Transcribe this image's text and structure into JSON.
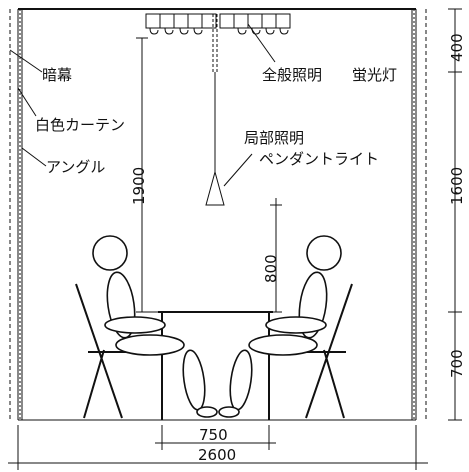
{
  "labels": {
    "blackout": "暗幕",
    "white_curtain": "白色カーテン",
    "angle": "アングル",
    "general_light": "全般照明",
    "fluorescent": "蛍光灯",
    "local_light": "局部照明",
    "pendant": "ペンダントライト"
  },
  "dimensions": {
    "ceiling_zone": "400",
    "middle_zone": "1600",
    "floor_zone": "700",
    "pendant_height": "1900",
    "table_to_lamp": "800",
    "table_width": "750",
    "room_width": "2600"
  }
}
